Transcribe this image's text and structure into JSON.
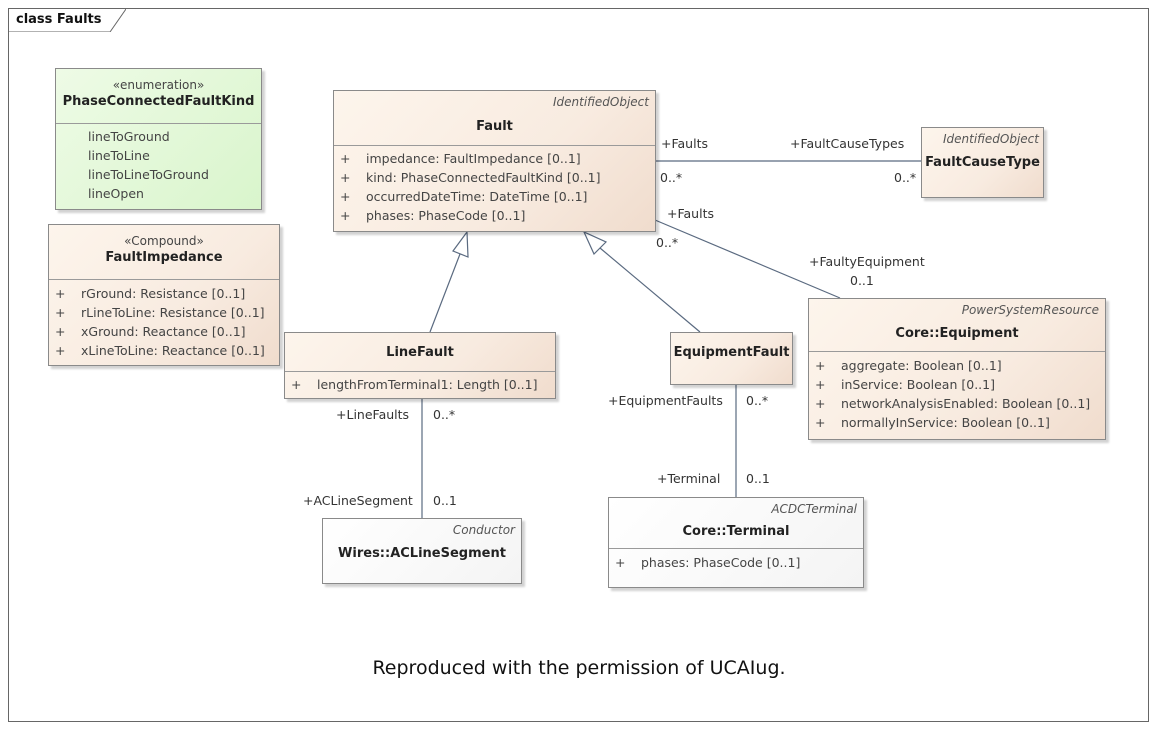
{
  "frame": {
    "title": "class Faults"
  },
  "classes": {
    "phase_connected_fault_kind": {
      "stereotype": "«enumeration»",
      "name": "PhaseConnectedFaultKind",
      "literals": [
        "lineToGround",
        "lineToLine",
        "lineToLineToGround",
        "lineOpen"
      ]
    },
    "fault_impedance": {
      "stereotype": "«Compound»",
      "name": "FaultImpedance",
      "attributes": [
        {
          "vis": "+",
          "text": "rGround: Resistance [0..1]"
        },
        {
          "vis": "+",
          "text": "rLineToLine: Resistance [0..1]"
        },
        {
          "vis": "+",
          "text": "xGround: Reactance [0..1]"
        },
        {
          "vis": "+",
          "text": "xLineToLine: Reactance [0..1]"
        }
      ]
    },
    "fault": {
      "parent": "IdentifiedObject",
      "name": "Fault",
      "attributes": [
        {
          "vis": "+",
          "text": "impedance: FaultImpedance [0..1]"
        },
        {
          "vis": "+",
          "text": "kind: PhaseConnectedFaultKind [0..1]"
        },
        {
          "vis": "+",
          "text": "occurredDateTime: DateTime [0..1]"
        },
        {
          "vis": "+",
          "text": "phases: PhaseCode [0..1]"
        }
      ]
    },
    "fault_cause_type": {
      "parent": "IdentifiedObject",
      "name": "FaultCauseType"
    },
    "line_fault": {
      "name": "LineFault",
      "attributes": [
        {
          "vis": "+",
          "text": "lengthFromTerminal1: Length [0..1]"
        }
      ]
    },
    "equipment_fault": {
      "name": "EquipmentFault"
    },
    "equipment": {
      "parent": "PowerSystemResource",
      "name": "Core::Equipment",
      "attributes": [
        {
          "vis": "+",
          "text": "aggregate: Boolean [0..1]"
        },
        {
          "vis": "+",
          "text": "inService: Boolean [0..1]"
        },
        {
          "vis": "+",
          "text": "networkAnalysisEnabled: Boolean [0..1]"
        },
        {
          "vis": "+",
          "text": "normallyInService: Boolean [0..1]"
        }
      ]
    },
    "ac_line_segment": {
      "parent": "Conductor",
      "name": "Wires::ACLineSegment"
    },
    "terminal": {
      "parent": "ACDCTerminal",
      "name": "Core::Terminal",
      "attributes": [
        {
          "vis": "+",
          "text": "phases: PhaseCode [0..1]"
        }
      ]
    }
  },
  "associations": {
    "fault_cause": {
      "role_a": "+Faults",
      "mult_a": "0..*",
      "role_b": "+FaultCauseTypes",
      "mult_b": "0..*"
    },
    "fault_equipment": {
      "role_a": "+Faults",
      "mult_a": "0..*",
      "role_b": "+FaultyEquipment",
      "mult_b": "0..1"
    },
    "linefault_segment": {
      "role_a": "+LineFaults",
      "mult_a": "0..*",
      "role_b": "+ACLineSegment",
      "mult_b": "0..1"
    },
    "equipfault_terminal": {
      "role_a": "+EquipmentFaults",
      "mult_a": "0..*",
      "role_b": "+Terminal",
      "mult_b": "0..1"
    }
  },
  "caption": "Reproduced with the permission of UCAIug."
}
